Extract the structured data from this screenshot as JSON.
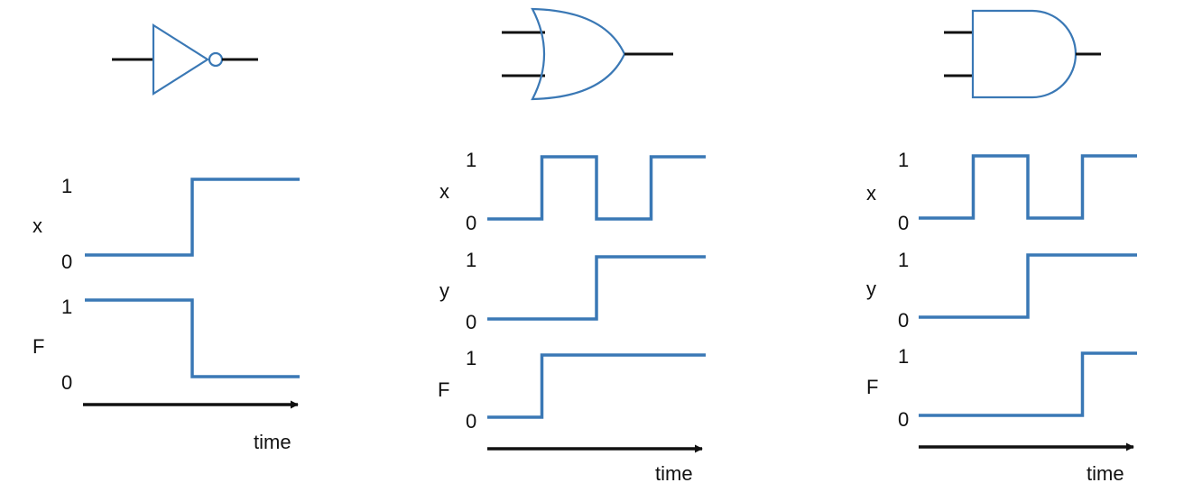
{
  "colors": {
    "wire": "#111111",
    "gate": "#3a78b5",
    "signal": "#3a78b5",
    "arrow": "#111111"
  },
  "panels": [
    {
      "gate": "not",
      "signals": [
        {
          "name": "x",
          "high": "1",
          "low": "0",
          "levels": [
            0,
            1
          ]
        },
        {
          "name": "F",
          "high": "1",
          "low": "0",
          "levels": [
            1,
            0
          ]
        }
      ],
      "time_label": "time"
    },
    {
      "gate": "or",
      "signals": [
        {
          "name": "x",
          "high": "1",
          "low": "0",
          "levels": [
            0,
            1,
            0,
            1
          ]
        },
        {
          "name": "y",
          "high": "1",
          "low": "0",
          "levels": [
            0,
            0,
            1,
            1
          ]
        },
        {
          "name": "F",
          "high": "1",
          "low": "0",
          "levels": [
            0,
            1,
            1,
            1
          ]
        }
      ],
      "time_label": "time"
    },
    {
      "gate": "and",
      "signals": [
        {
          "name": "x",
          "high": "1",
          "low": "0",
          "levels": [
            0,
            1,
            0,
            1
          ]
        },
        {
          "name": "y",
          "high": "1",
          "low": "0",
          "levels": [
            0,
            0,
            1,
            1
          ]
        },
        {
          "name": "F",
          "high": "1",
          "low": "0",
          "levels": [
            0,
            0,
            0,
            1
          ]
        }
      ],
      "time_label": "time"
    }
  ]
}
